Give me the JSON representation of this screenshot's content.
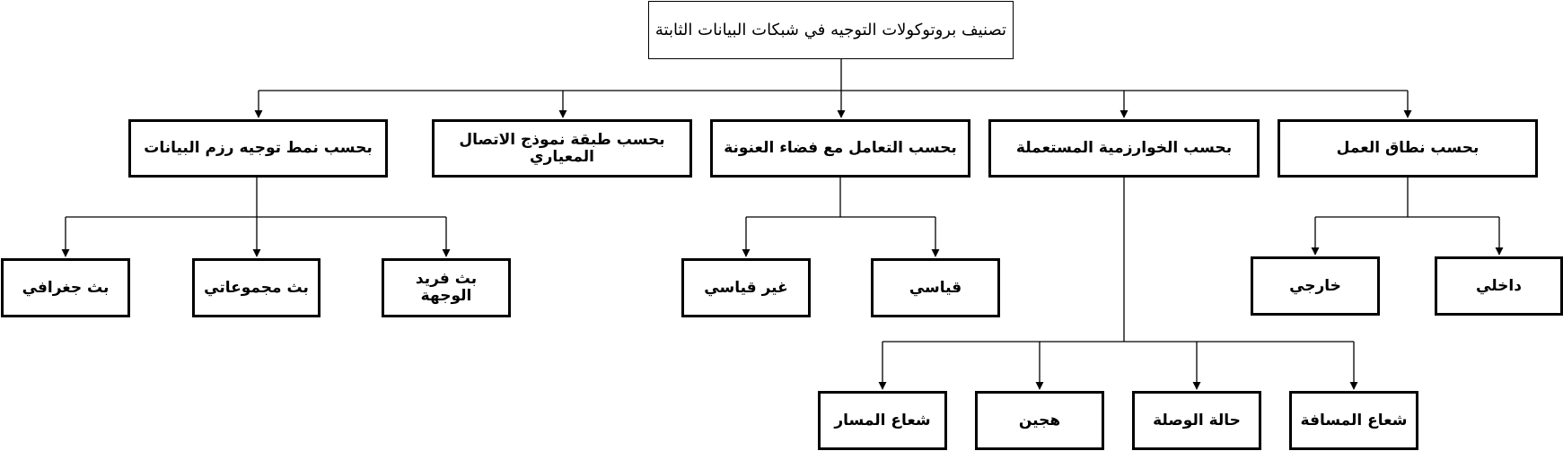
{
  "root": {
    "label": "تصنيف بروتوكولات التوجيه في شبكات البيانات الثابتة"
  },
  "categories": {
    "packet_routing": {
      "label": "بحسب نمط توجيه رزم البيانات"
    },
    "osi_layer": {
      "label": "بحسب طبقة نموذج الاتصال المعياري"
    },
    "address_space": {
      "label": "بحسب التعامل مع فضاء العنونة"
    },
    "algorithm": {
      "label": "بحسب الخوارزمية المستعملة"
    },
    "scope": {
      "label": "بحسب نطاق العمل"
    }
  },
  "leaves": {
    "geocast": "بث جغرافي",
    "multicast": "بث مجموعاتي",
    "unicast": "بث فريد الوجهة",
    "non_standard": "غير قياسي",
    "standard": "قياسي",
    "external": "خارجي",
    "internal": "داخلي",
    "path_vector": "شعاع المسار",
    "hybrid": "هجين",
    "link_state": "حالة الوصلة",
    "distance_vector": "شعاع المسافة"
  }
}
